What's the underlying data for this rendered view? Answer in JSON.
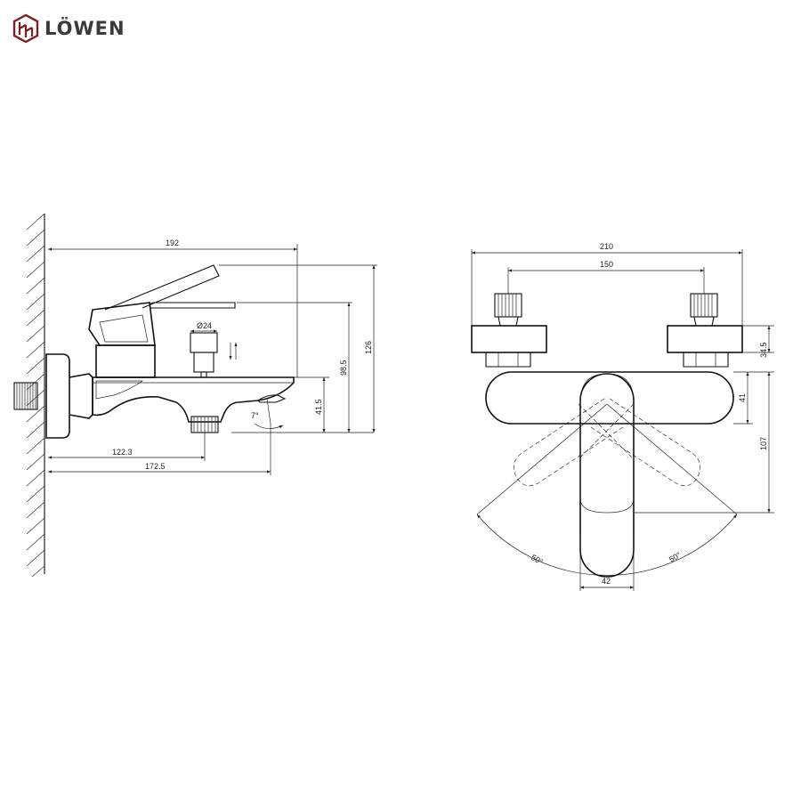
{
  "brand": {
    "name": "LÖWEN",
    "icon": "lowen-logo-icon"
  },
  "side_view": {
    "dims": {
      "overall_length": "192",
      "outlet_distance": "172.5",
      "spout_drop": "122.3",
      "overall_height": "126",
      "handle_height": "98.5",
      "spout_height": "41.5",
      "diverter_diameter": "Ø24",
      "spout_angle": "7°"
    }
  },
  "front_view": {
    "dims": {
      "overall_width": "210",
      "inlet_centers": "150",
      "eccentric_height": "34.5",
      "body_height": "41",
      "total_height": "107",
      "handle_width": "42",
      "rotation_left": "50°",
      "rotation_right": "50°"
    }
  }
}
